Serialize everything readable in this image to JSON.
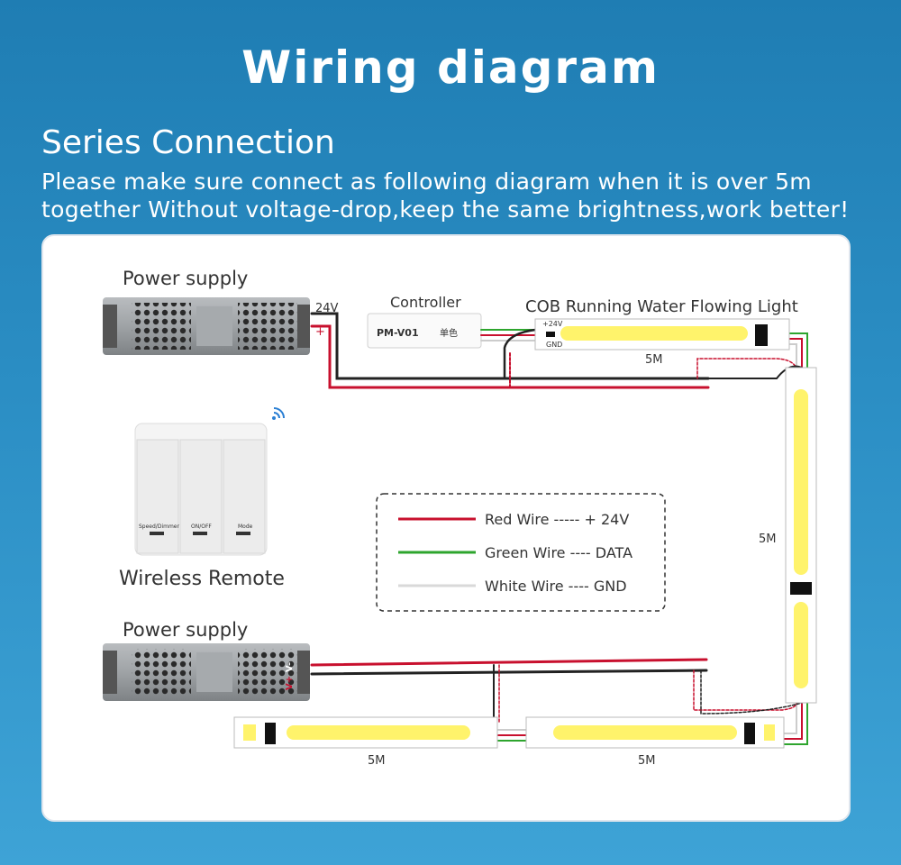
{
  "header": {
    "title": "Wiring diagram",
    "subtitle": "Series Connection",
    "description_line1": "Please make sure connect as following diagram when it is over 5m",
    "description_line2": "together Without voltage-drop,keep the same brightness,work better!"
  },
  "diagram": {
    "power_supply_top": "Power supply",
    "power_supply_bottom": "Power supply",
    "voltage": "24V",
    "plus": "+",
    "minus": "-",
    "controller_label": "Controller",
    "controller_model": "PM-V01",
    "controller_chars": "单色",
    "strip_title": "COB Running Water Flowing Light",
    "pad_plus": "+24V",
    "pad_gnd": "GND",
    "length_top": "5M",
    "length_right": "5M",
    "length_bottom_left": "5M",
    "length_bottom_right": "5M",
    "remote_label": "Wireless Remote",
    "remote_buttons": [
      "Speed/Dimmer",
      "ON/OFF",
      "Mode"
    ],
    "psu_bottom_v1": "V-",
    "psu_bottom_v2": "V+"
  },
  "legend": {
    "items": [
      {
        "label": "Red Wire ----- + 24V",
        "color": "#c8102e"
      },
      {
        "label": "Green Wire ---- DATA",
        "color": "#2ea52e"
      },
      {
        "label": "White Wire ---- GND",
        "color": "#d9d9d9"
      }
    ]
  },
  "colors": {
    "red_wire": "#c8102e",
    "black_wire": "#222222",
    "green_wire": "#2ea52e",
    "cob_yellow": "#fff36b"
  }
}
